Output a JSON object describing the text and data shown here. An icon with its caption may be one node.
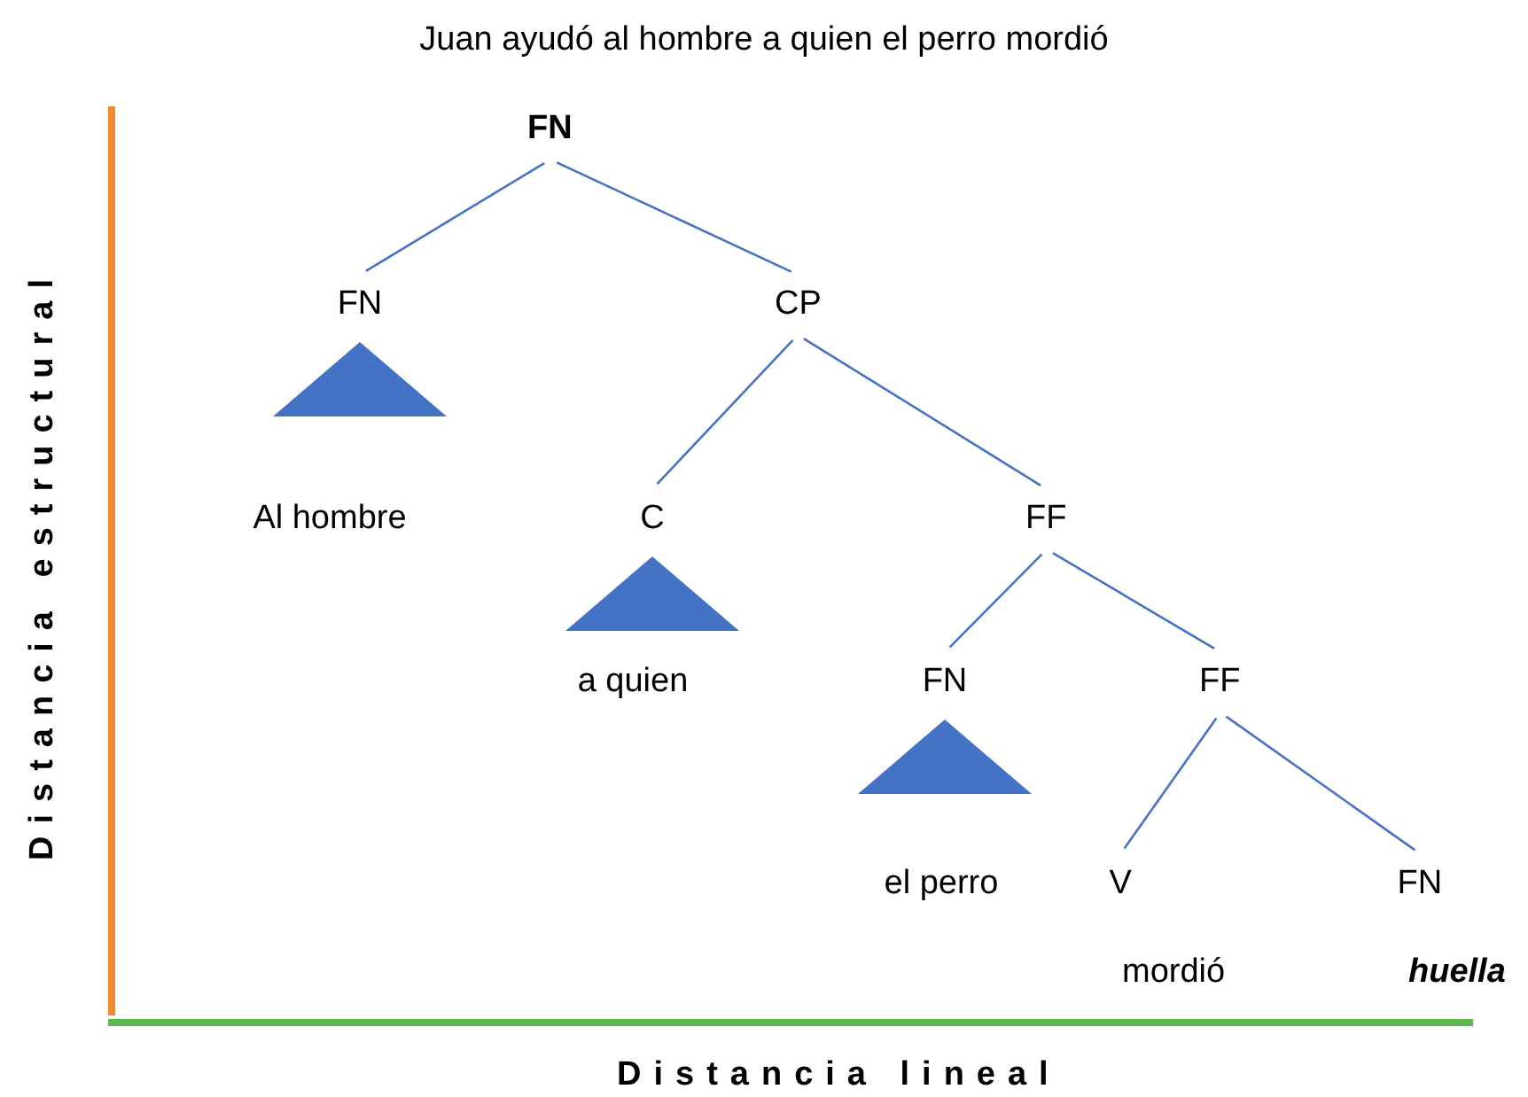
{
  "diagram": {
    "title": "Juan ayudó al hombre a quien el perro mordió",
    "nodes": [
      {
        "text": [
          "FN"
        ]
      },
      {
        "text": [
          "FN"
        ],
        "beside": [
          "Al hombre"
        ]
      },
      {
        "text": [
          "CP"
        ]
      },
      {
        "text": [
          "C"
        ],
        "beside": [
          "a quien"
        ]
      },
      {
        "text": [
          "FF"
        ]
      },
      {
        "text": [
          "FN"
        ],
        "beside": [
          "el perro"
        ]
      },
      {
        "text": [
          "FF"
        ]
      },
      {
        "text": [
          "V"
        ],
        "beside": [
          "mordió"
        ]
      },
      {
        "text": [
          "FN"
        ],
        "beside": [
          "huella"
        ]
      }
    ],
    "edges": [
      {
        "from": 0,
        "to": 1,
        "arrow": "none"
      },
      {
        "from": 0,
        "to": 2,
        "arrow": "none"
      },
      {
        "from": 2,
        "to": 3,
        "arrow": "none"
      },
      {
        "from": 2,
        "to": 4,
        "arrow": "none"
      },
      {
        "from": 4,
        "to": 5,
        "arrow": "none"
      },
      {
        "from": 4,
        "to": 6,
        "arrow": "none"
      },
      {
        "from": 6,
        "to": 7,
        "arrow": "none"
      },
      {
        "from": 6,
        "to": 8,
        "arrow": "none"
      }
    ],
    "labels": [
      "Distancia estructural",
      "Distancia lineal"
    ]
  }
}
